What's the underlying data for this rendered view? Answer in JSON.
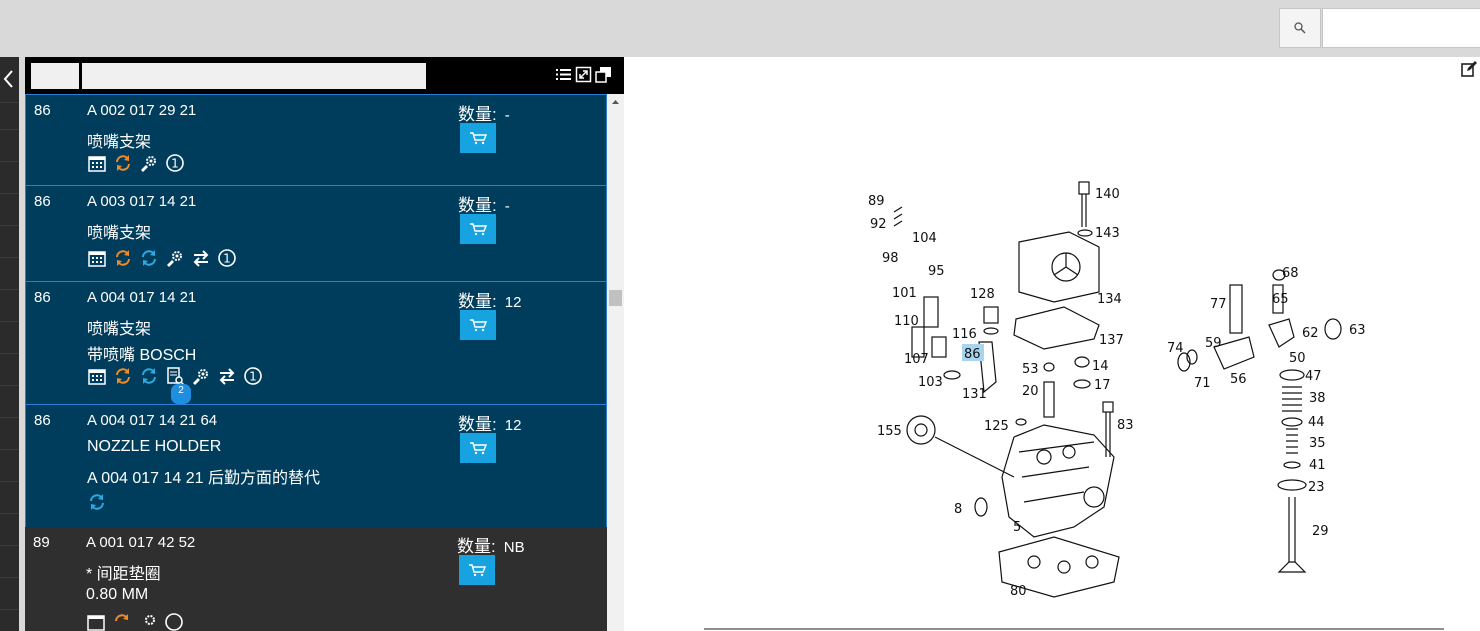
{
  "search": {
    "placeholder": ""
  },
  "panel": {
    "filter_box1": "",
    "filter_box2": ""
  },
  "rows": [
    {
      "num": "86",
      "part_number": "A 002 017 29 21",
      "line2": "喷嘴支架",
      "line3": "",
      "qty_label": "数量:",
      "qty_value": "-",
      "selected": true,
      "icons": [
        "calendar-icon",
        "refresh-orange-icon",
        "gear-person-icon",
        "info-circle-icon"
      ]
    },
    {
      "num": "86",
      "part_number": "A 003 017 14 21",
      "line2": "喷嘴支架",
      "line3": "",
      "qty_label": "数量:",
      "qty_value": "-",
      "selected": true,
      "icons": [
        "calendar-icon",
        "refresh-orange-icon",
        "refresh-blue-icon",
        "gear-person-icon",
        "swap-arrows-icon",
        "info-circle-icon"
      ]
    },
    {
      "num": "86",
      "part_number": "A 004 017 14 21",
      "line2": "喷嘴支架",
      "line3": "带喷嘴 BOSCH",
      "qty_label": "数量:",
      "qty_value": "12",
      "selected": true,
      "badge": "2",
      "icons": [
        "calendar-icon",
        "refresh-orange-icon",
        "refresh-blue-icon",
        "document-search-icon",
        "gear-person-icon",
        "swap-arrows-icon",
        "info-circle-icon"
      ]
    },
    {
      "num": "86",
      "part_number": "A 004 017 14 21 64",
      "line2": "NOZZLE HOLDER",
      "line3": "A 004 017 14 21 后勤方面的替代",
      "qty_label": "数量:",
      "qty_value": "12",
      "selected": true,
      "icons": [
        "refresh-blue-icon"
      ]
    },
    {
      "num": "89",
      "part_number": "A 001 017 42 52",
      "line2": "* 间距垫圈",
      "line3": "0.80 MM",
      "qty_label": "数量:",
      "qty_value": "NB",
      "selected": false,
      "icons": [
        "calendar-icon",
        "refresh-orange-icon",
        "gear-person-icon",
        "info-circle-icon"
      ]
    }
  ],
  "diagram": {
    "highlighted_callout": "86",
    "callouts": [
      "89",
      "92",
      "104",
      "98",
      "95",
      "101",
      "110",
      "107",
      "103",
      "128",
      "116",
      "86",
      "131",
      "140",
      "143",
      "134",
      "137",
      "53",
      "20",
      "14",
      "17",
      "125",
      "83",
      "155",
      "8",
      "5",
      "80",
      "77",
      "65",
      "68",
      "74",
      "59",
      "71",
      "56",
      "62",
      "63",
      "50",
      "47",
      "38",
      "44",
      "35",
      "41",
      "23",
      "29"
    ]
  },
  "colors": {
    "selected_row_bg": "#003d5c",
    "selected_border": "#2a7fd4",
    "cart_button": "#16a3e0",
    "orange_icon": "#f08a24",
    "blue_icon": "#2fa8e0",
    "highlight": "#a9d4ee"
  }
}
